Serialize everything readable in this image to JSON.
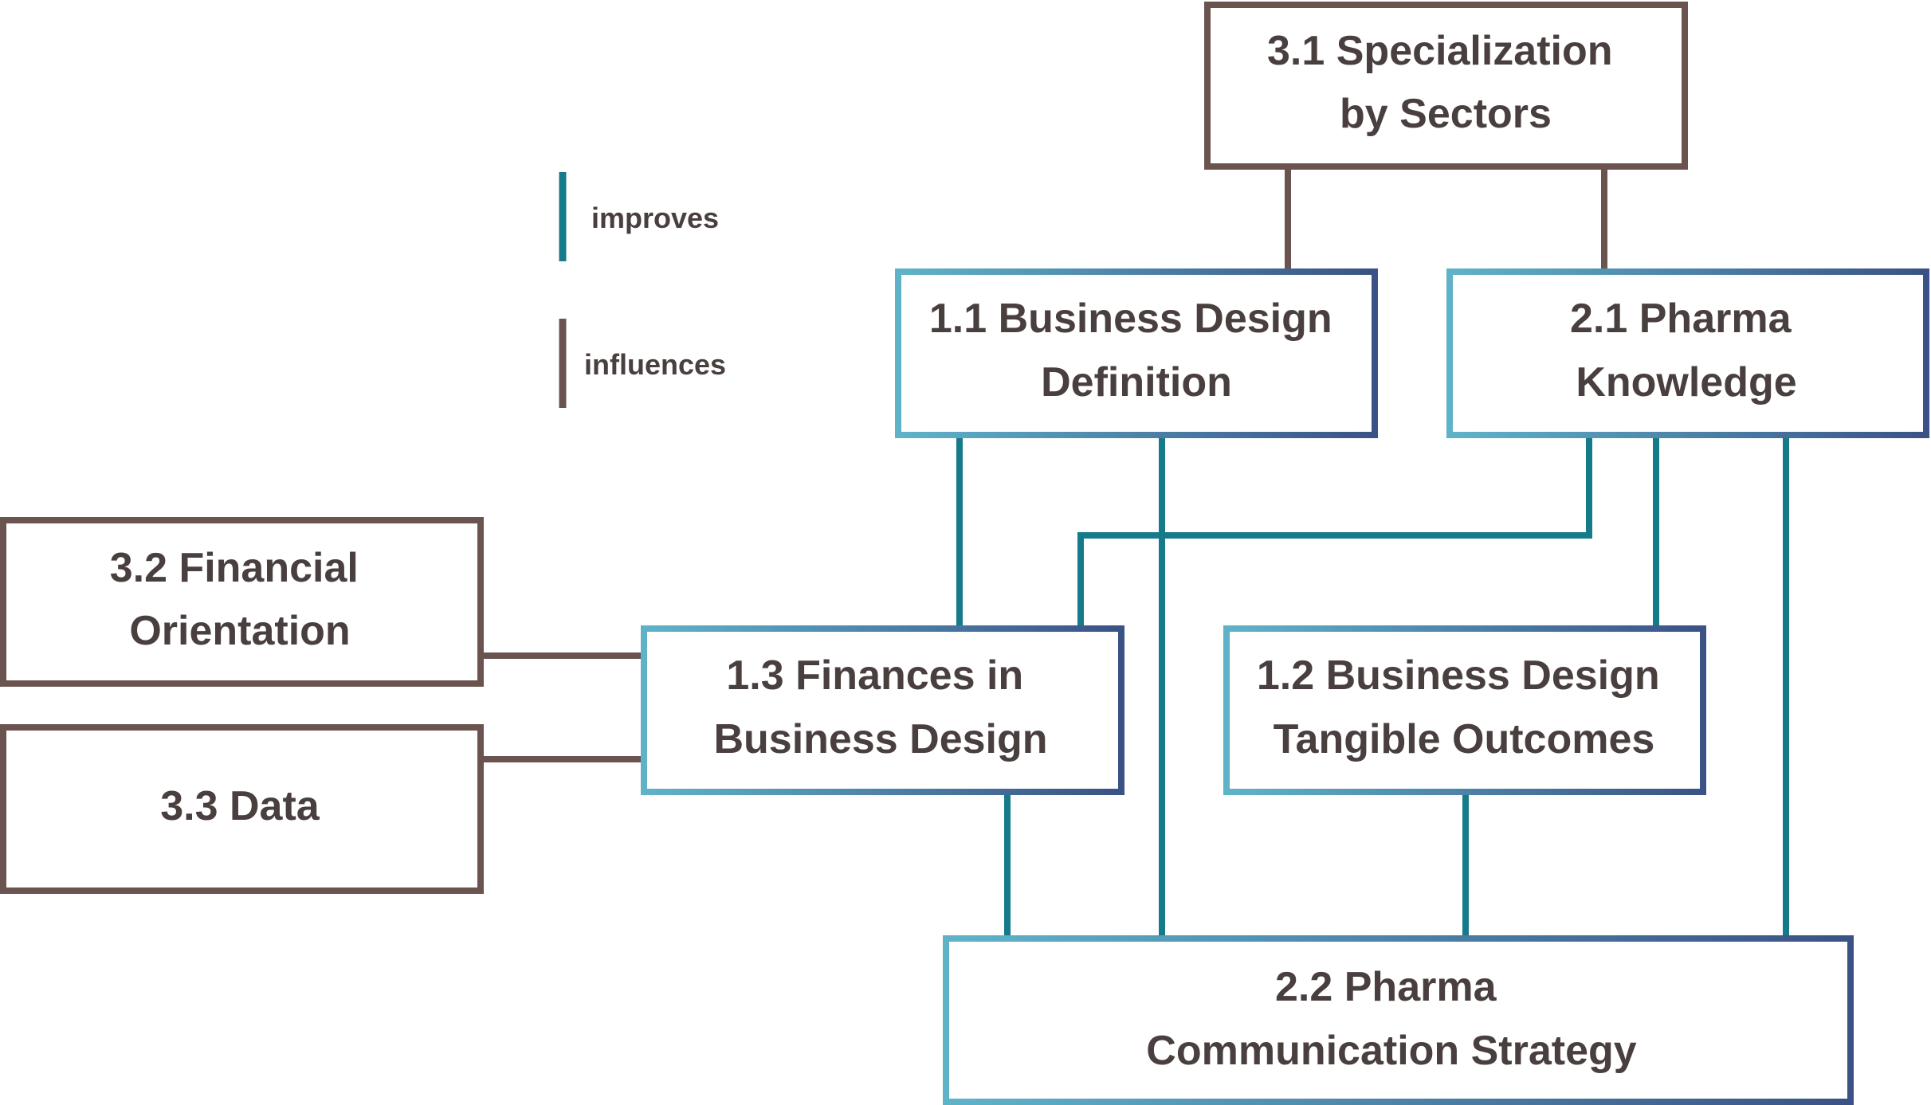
{
  "colors": {
    "improves": "#157a8a",
    "influences": "#6b5450",
    "teal_gradient_start": "#5fb3c9",
    "teal_gradient_end": "#3a5285",
    "text": "#4a3f3f"
  },
  "legend": {
    "improves": "improves",
    "influences": "influences"
  },
  "nodes": {
    "n31": {
      "line1": "3.1 Specialization",
      "line2": "by Sectors",
      "kind": "influences"
    },
    "n11": {
      "line1": "1.1 Business Design",
      "line2": "Definition",
      "kind": "improves"
    },
    "n21": {
      "line1": "2.1 Pharma",
      "line2": "Knowledge",
      "kind": "improves"
    },
    "n32": {
      "line1": "3.2 Financial",
      "line2": "Orientation",
      "kind": "influences"
    },
    "n33": {
      "line1": "3.3 Data",
      "kind": "influences"
    },
    "n13": {
      "line1": "1.3 Finances in",
      "line2": "Business Design",
      "kind": "improves"
    },
    "n12": {
      "line1": "1.2 Business Design",
      "line2": "Tangible Outcomes",
      "kind": "improves"
    },
    "n22": {
      "line1": "2.2 Pharma",
      "line2": "Communication Strategy",
      "kind": "improves"
    }
  },
  "edges": [
    {
      "from": "n31",
      "to": "n11",
      "type": "influences"
    },
    {
      "from": "n31",
      "to": "n21",
      "type": "influences"
    },
    {
      "from": "n32",
      "to": "n13",
      "type": "influences"
    },
    {
      "from": "n33",
      "to": "n13",
      "type": "influences"
    },
    {
      "from": "n11",
      "to": "n13",
      "type": "improves"
    },
    {
      "from": "n11",
      "to": "n22",
      "type": "improves"
    },
    {
      "from": "n21",
      "to": "n13",
      "type": "improves"
    },
    {
      "from": "n21",
      "to": "n12",
      "type": "improves"
    },
    {
      "from": "n21",
      "to": "n22",
      "type": "improves"
    },
    {
      "from": "n13",
      "to": "n22",
      "type": "improves"
    },
    {
      "from": "n12",
      "to": "n22",
      "type": "improves"
    }
  ]
}
